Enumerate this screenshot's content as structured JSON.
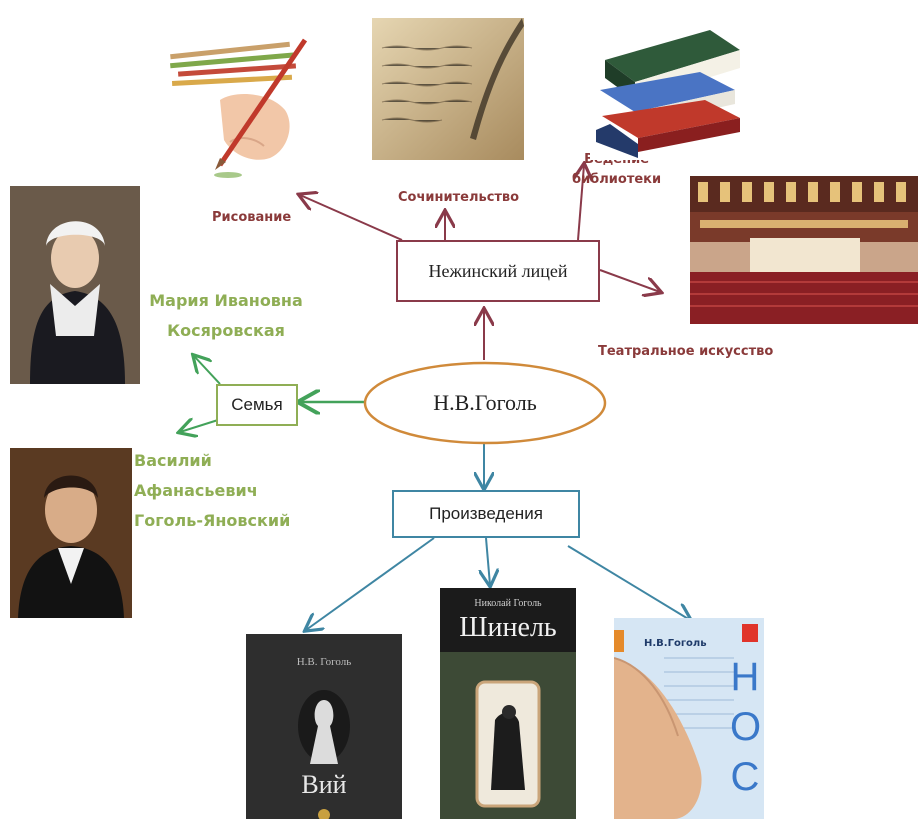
{
  "center": {
    "label": "Н.В.Гоголь"
  },
  "lyceum": {
    "label": "Нежинский лицей"
  },
  "family": {
    "label": "Семья"
  },
  "works": {
    "label": "Произведения"
  },
  "activities": {
    "drawing": "Рисование",
    "writing": "Сочинительство",
    "library_line1": "Ведение",
    "library_line2": "библиотеки",
    "theatre": "Театральное искусство"
  },
  "relatives": {
    "mother_line1": "Мария Ивановна",
    "mother_line2": "Косяровская",
    "father_line1": "Василий",
    "father_line2": "Афанасьевич",
    "father_line3": "Гоголь-Яновский"
  },
  "books": {
    "viy": {
      "author": "Н.В. Гоголь",
      "title": "Вий"
    },
    "shinel": {
      "author": "Николай Гоголь",
      "title": "Шинель"
    },
    "nos": {
      "author": "Н.В.Гоголь",
      "title_letters": [
        "Н",
        "О",
        "С"
      ]
    }
  },
  "colors": {
    "lyceum_line": "#8a3a4a",
    "family_line": "#43a25a",
    "works_line": "#3f86a3",
    "center_ellipse": "#d08a3a",
    "family_text": "#8fae55"
  }
}
